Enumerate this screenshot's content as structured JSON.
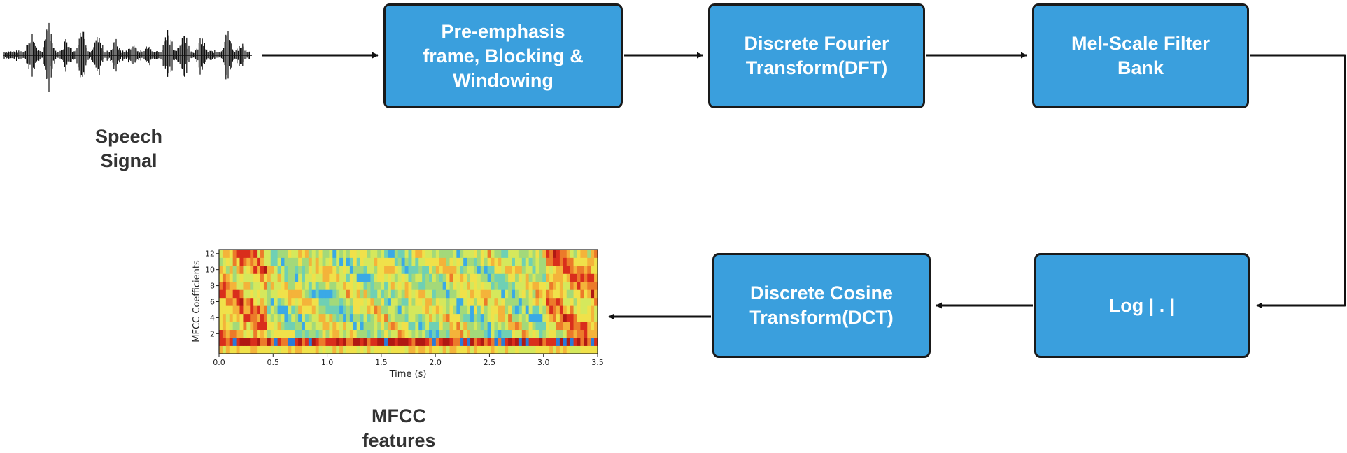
{
  "speech": {
    "caption": "Speech\nSignal"
  },
  "blocks": [
    {
      "id": "pre-emphasis",
      "label": "Pre-emphasis\nframe, Blocking &\nWindowing"
    },
    {
      "id": "dft",
      "label": "Discrete Fourier\nTransform(DFT)"
    },
    {
      "id": "mel",
      "label": "Mel-Scale Filter\nBank"
    },
    {
      "id": "log",
      "label": "Log | . |"
    },
    {
      "id": "dct",
      "label": "Discrete Cosine\nTransform(DCT)"
    }
  ],
  "mfcc_plot": {
    "caption": "MFCC\nfeatures",
    "xlabel": "Time (s)",
    "ylabel": "MFCC Coefficients",
    "xticks": [
      "0.0",
      "0.5",
      "1.0",
      "1.5",
      "2.0",
      "2.5",
      "3.0",
      "3.5"
    ],
    "yticks": [
      "2",
      "4",
      "6",
      "8",
      "10",
      "12"
    ]
  },
  "colors": {
    "block_fill": "#3a9fdd",
    "block_border": "#1a1a1a",
    "arrow": "#111111"
  }
}
